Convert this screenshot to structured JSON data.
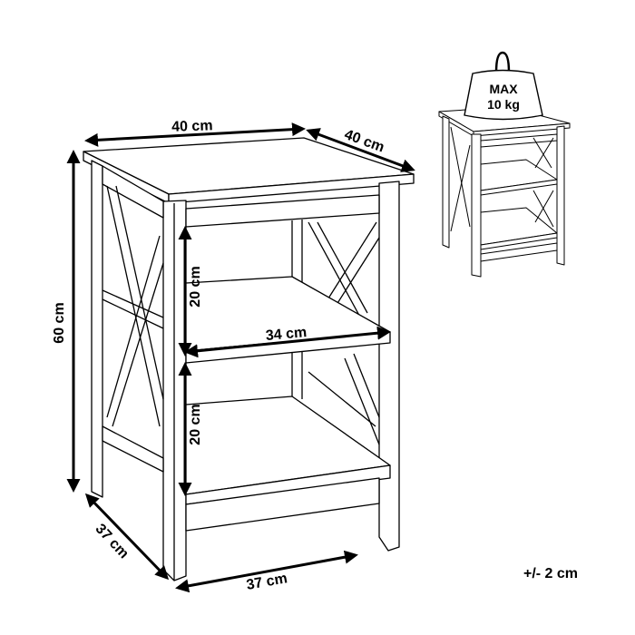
{
  "diagram": {
    "subject": "side table with two shelves and X-frame sides",
    "dimensions": {
      "width_top": "40 cm",
      "depth_top": "40 cm",
      "height": "60 cm",
      "shelf_gap_upper": "20 cm",
      "shelf_gap_lower": "20 cm",
      "shelf_width": "34 cm",
      "base_depth": "37 cm",
      "base_width": "37 cm"
    },
    "tolerance": "+/- 2 cm",
    "load": {
      "line1": "MAX",
      "line2": "10 kg"
    }
  }
}
